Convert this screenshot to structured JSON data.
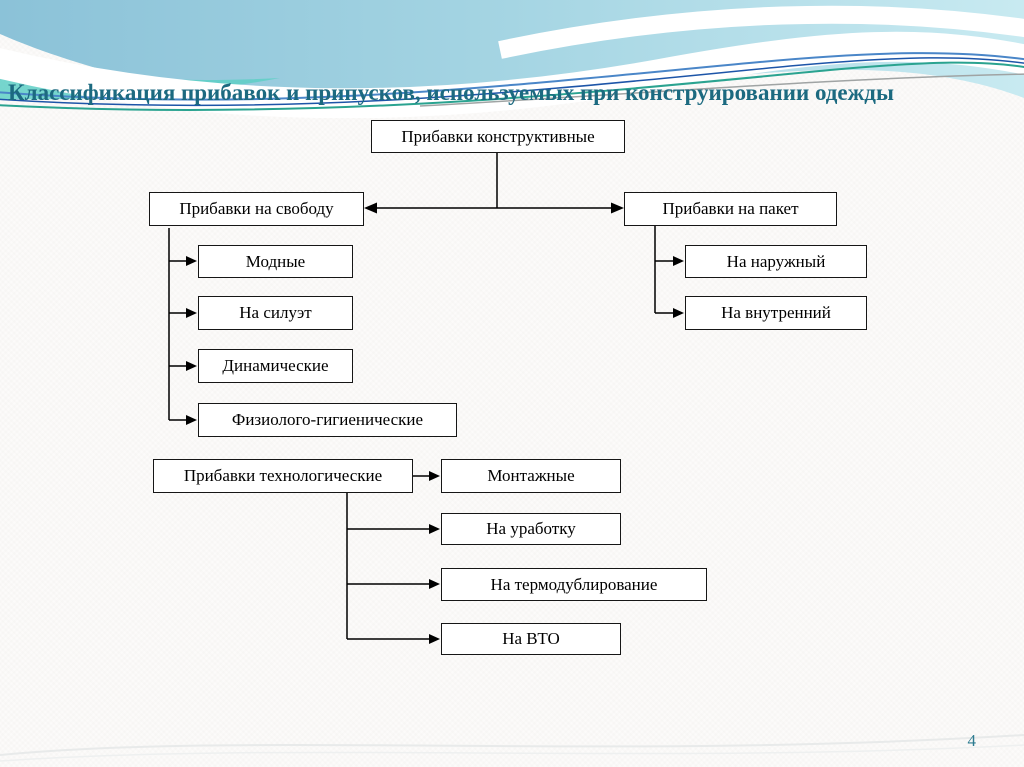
{
  "slide": {
    "title": "Классификация прибавок и припусков, используемых при конструировании одежды",
    "page_number": "4"
  },
  "diagram": {
    "type": "flowchart",
    "root": {
      "label": "Прибавки конструктивные"
    },
    "branches": [
      {
        "label": "Прибавки на свободу",
        "children": [
          {
            "label": "Модные"
          },
          {
            "label": "На силуэт"
          },
          {
            "label": "Динамические"
          },
          {
            "label": "Физиолого-гигиенические"
          }
        ]
      },
      {
        "label": "Прибавки на пакет",
        "children": [
          {
            "label": "На наружный"
          },
          {
            "label": "На внутренний"
          }
        ]
      },
      {
        "label": "Прибавки технологические",
        "children": [
          {
            "label": "Монтажные"
          },
          {
            "label": "На уработку"
          },
          {
            "label": "На термодублирование"
          },
          {
            "label": "На ВТО"
          }
        ]
      }
    ]
  },
  "colors": {
    "title_text": "#1c6a80",
    "page_number_text": "#2d7b90",
    "header_blue_left": "#8bc2d8",
    "header_blue_right": "#c8eaf1",
    "header_teal_wedge": "#5ecfc5",
    "accent_line_blue": "#4a86c8",
    "accent_line_dark_blue": "#1d55a8",
    "accent_line_green": "#2aa390",
    "accent_line_gray": "#a0a4a4",
    "box_border": "#161616",
    "connector": "#000000"
  }
}
